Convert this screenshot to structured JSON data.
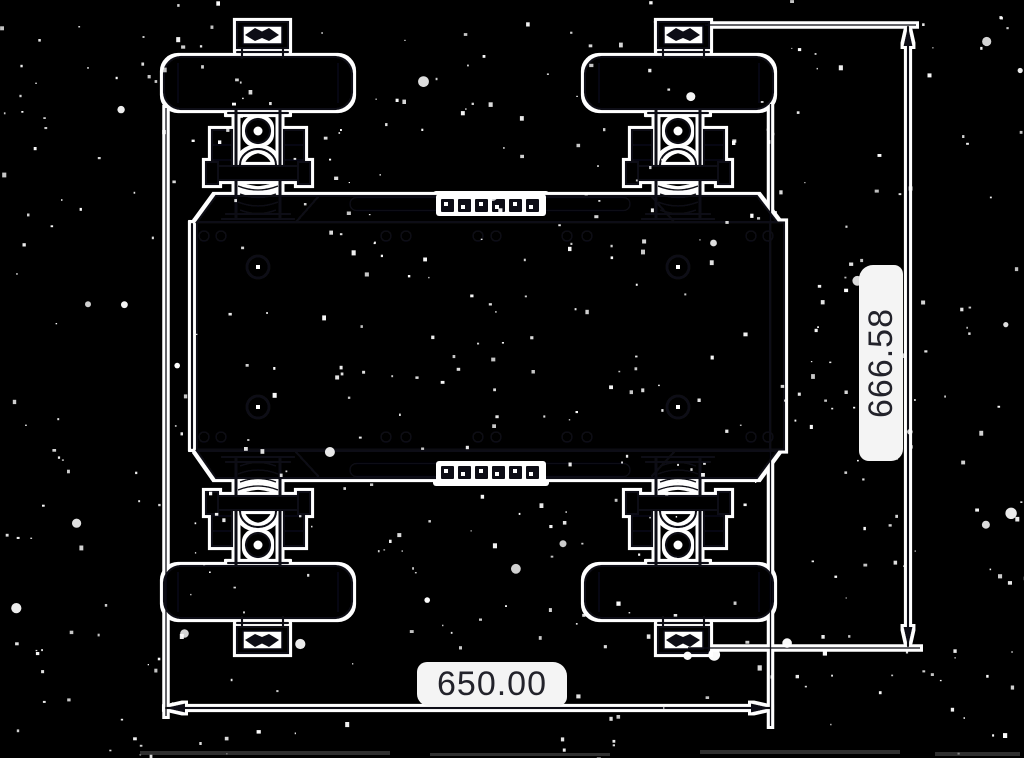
{
  "title": "caster-trolley technical drawing (plan view)",
  "colors": {
    "background": "#000000",
    "ink": "#0d0d12",
    "halo": "#ffffff",
    "label_bg": "#f4f4f4",
    "label_text": "#23232b",
    "smudge": "#4a4a4a"
  },
  "dimensions": {
    "width_label": "650.00",
    "height_label": "666.58"
  },
  "icons": {
    "dim_arrows": "dimension-arrowhead",
    "tab_glyph": "mount-tab-chevron",
    "logo": "embossed-logo-blocks"
  },
  "parts": {
    "plate": "base plate",
    "bumper_top": "top cross member",
    "bumper_bottom": "bottom cross member",
    "wheels": [
      "front-left wheel",
      "front-right wheel",
      "rear-left wheel",
      "rear-right wheel"
    ],
    "suspensions": [
      "front-left caster",
      "front-right caster",
      "rear-left caster",
      "rear-right caster"
    ]
  },
  "noise": {
    "seed": 42,
    "speck_count": 430,
    "blob_count": 26
  }
}
